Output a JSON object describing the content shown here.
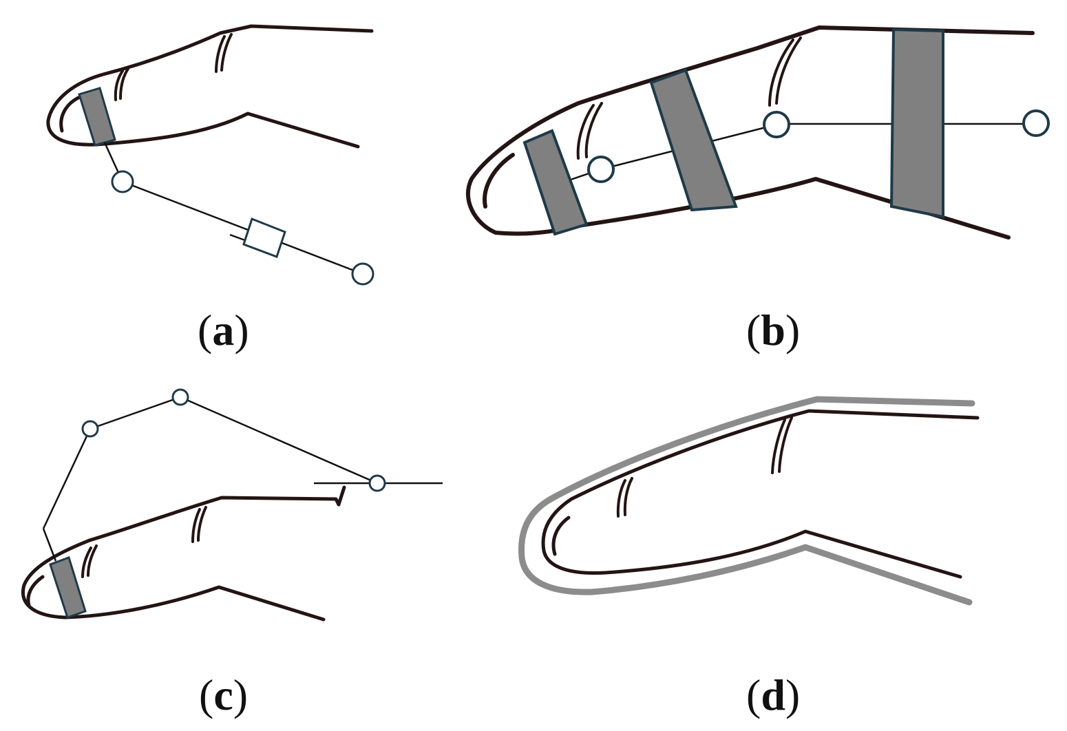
{
  "figure": {
    "panels": [
      {
        "id": "a",
        "label": "a"
      },
      {
        "id": "b",
        "label": "b"
      },
      {
        "id": "c",
        "label": "c"
      },
      {
        "id": "d",
        "label": "d"
      }
    ]
  },
  "colors": {
    "outline": "#241414",
    "band_fill": "#808080",
    "band_stroke": "#1e3a48",
    "joint_stroke": "#1e3a48",
    "link": "#111111",
    "sleeve": "#8c8c8c",
    "background": "#ffffff"
  }
}
